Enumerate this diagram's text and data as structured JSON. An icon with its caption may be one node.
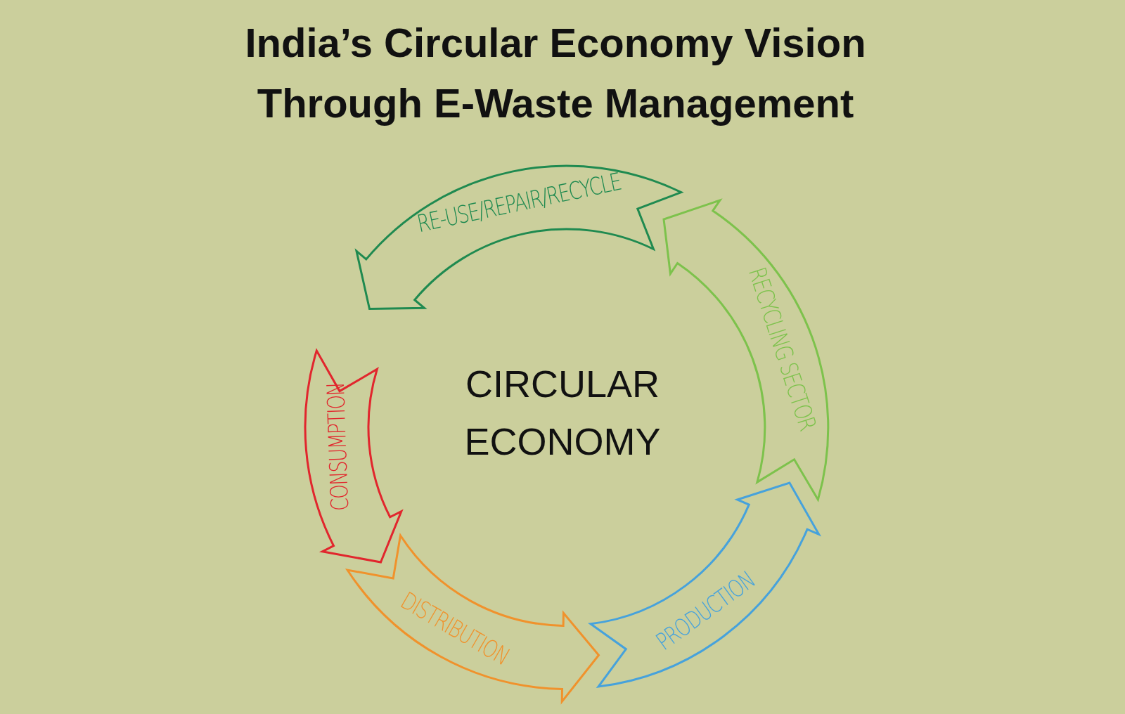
{
  "diagram": {
    "title": "India’s Circular Economy Vision Through E-Waste Management",
    "nodes": [
      {
        "text": [
          "RE-USE/REPAIR/RECYCLE"
        ]
      },
      {
        "text": [
          "RECYCLING SECTOR"
        ]
      },
      {
        "text": [
          "PRODUCTION"
        ]
      },
      {
        "text": [
          "DISTRIBUTION"
        ]
      },
      {
        "text": [
          "CONSUMPTION"
        ]
      }
    ],
    "labels": [
      "CIRCULAR ECONOMY"
    ]
  }
}
